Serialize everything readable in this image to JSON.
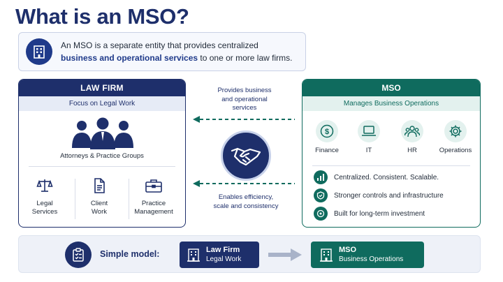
{
  "title": "What is an MSO?",
  "definition": {
    "prefix": "An MSO is a separate entity that provides centralized",
    "highlight": "business and operational services",
    "suffix": " to one or more law firms."
  },
  "law_firm": {
    "header": "LAW FIRM",
    "subheader": "Focus on Legal Work",
    "caption": "Attorneys & Practice Groups",
    "services": [
      {
        "line1": "Legal",
        "line2": "Services",
        "icon": "scales-icon"
      },
      {
        "line1": "Client",
        "line2": "Work",
        "icon": "document-icon"
      },
      {
        "line1": "Practice",
        "line2": "Management",
        "icon": "briefcase-icon"
      }
    ]
  },
  "middle": {
    "top": [
      "Provides business",
      "and operational",
      "services"
    ],
    "bottom": [
      "Enables efficiency,",
      "scale and consistency"
    ]
  },
  "mso": {
    "header": "MSO",
    "subheader": "Manages Business Operations",
    "functions": [
      {
        "label": "Finance",
        "icon": "dollar-icon"
      },
      {
        "label": "IT",
        "icon": "laptop-icon"
      },
      {
        "label": "HR",
        "icon": "people-icon"
      },
      {
        "label": "Operations",
        "icon": "gear-icon"
      }
    ],
    "bullets": [
      {
        "text": "Centralized. Consistent. Scalable.",
        "icon": "chart-icon"
      },
      {
        "text": "Stronger controls and infrastructure",
        "icon": "shield-icon"
      },
      {
        "text": "Built for long-term investment",
        "icon": "money-icon"
      }
    ]
  },
  "bottom": {
    "label": "Simple model:",
    "left_title": "Law Firm",
    "left_sub": "Legal Work",
    "right_title": "MSO",
    "right_sub": "Business Operations"
  },
  "colors": {
    "navy": "#1e2f6b",
    "teal": "#0f6b5e"
  }
}
